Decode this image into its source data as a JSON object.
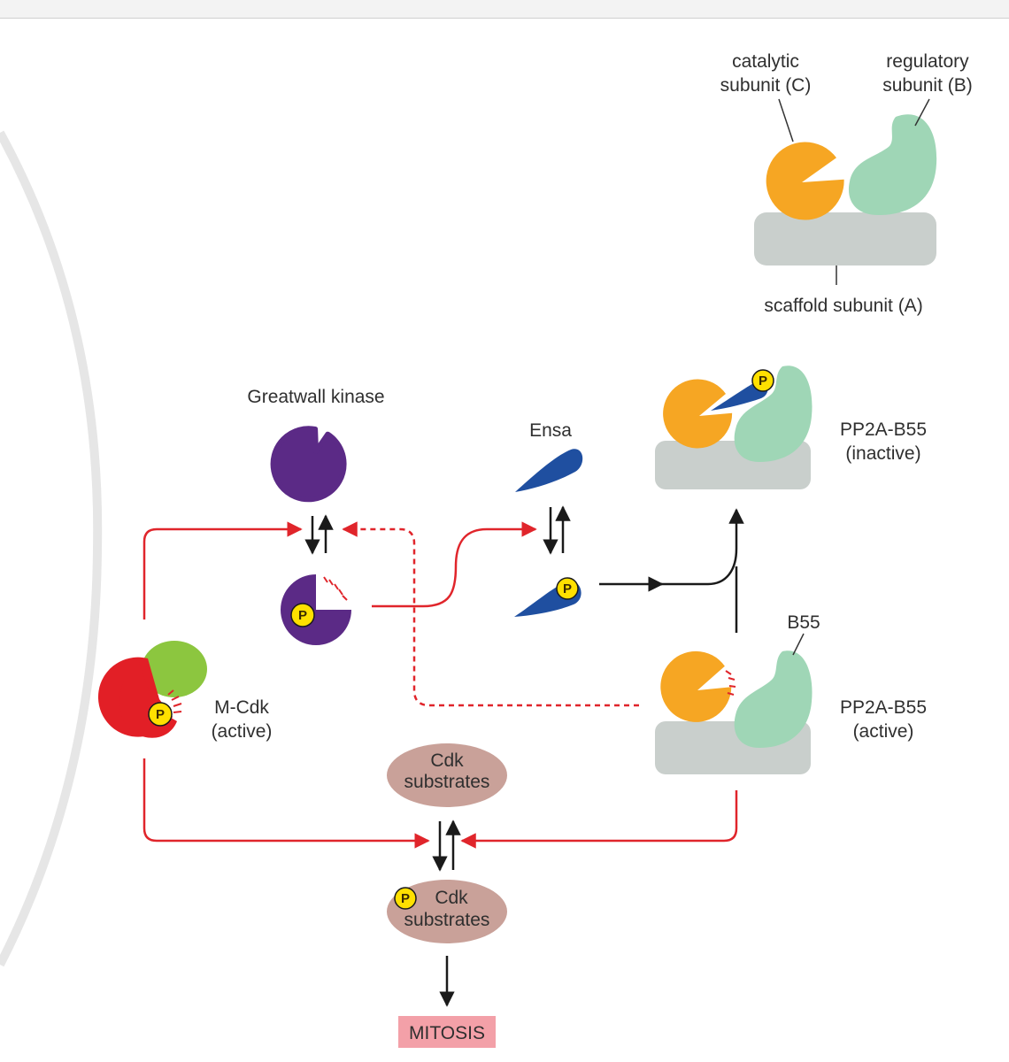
{
  "labels": {
    "catalytic_line1": "catalytic",
    "catalytic_line2": "subunit (C)",
    "regulatory_line1": "regulatory",
    "regulatory_line2": "subunit (B)",
    "scaffold": "scaffold subunit (A)",
    "greatwall": "Greatwall kinase",
    "ensa": "Ensa",
    "pp2a_inactive_line1": "PP2A-B55",
    "pp2a_inactive_line2": "(inactive)",
    "b55": "B55",
    "pp2a_active_line1": "PP2A-B55",
    "pp2a_active_line2": "(active)",
    "mcdk_line1": "M-Cdk",
    "mcdk_line2": "(active)",
    "cdk_sub_line1": "Cdk",
    "cdk_sub_line2": "substrates",
    "cdk_sub_p_line1": "Cdk",
    "cdk_sub_p_line2": "substrates",
    "mitosis": "MITOSIS",
    "phospho": "P"
  },
  "colors": {
    "catalytic": "#f6a623",
    "regulatory": "#9fd6b6",
    "scaffold": "#c9cfcc",
    "greatwall": "#5b2a86",
    "ensa": "#1f4fa0",
    "mcdk_red": "#e21f26",
    "mcdk_green": "#8cc63f",
    "phosphate": "#ffe000",
    "substrate": "#c9a199",
    "mitosis_box": "#f3a0a8",
    "activation_arrow": "#e0252b"
  }
}
